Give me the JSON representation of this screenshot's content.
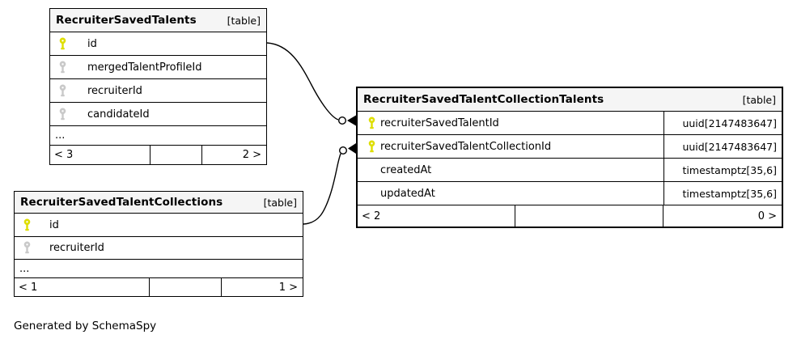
{
  "page": {
    "footer_note": "Generated by SchemaSpy"
  },
  "colors": {
    "primary_key_icon": "#dede00",
    "foreign_key_icon": "#c9c9c9",
    "header_bg": "#f5f5f5",
    "border": "#000000",
    "background": "#ffffff"
  },
  "icons": {
    "primary_key_icon": "yellow-key",
    "foreign_key_icon": "gray-key"
  },
  "tables": [
    {
      "name": "RecruiterSavedTalents",
      "badge": "[table]",
      "columns": [
        {
          "name": "id",
          "key": "primary"
        },
        {
          "name": "mergedTalentProfileId",
          "key": "foreign"
        },
        {
          "name": "recruiterId",
          "key": "foreign"
        },
        {
          "name": "candidateId",
          "key": "foreign"
        }
      ],
      "ellipsis": "...",
      "footer": {
        "left": "< 3",
        "right": "2 >"
      }
    },
    {
      "name": "RecruiterSavedTalentCollections",
      "badge": "[table]",
      "columns": [
        {
          "name": "id",
          "key": "primary"
        },
        {
          "name": "recruiterId",
          "key": "foreign"
        }
      ],
      "ellipsis": "...",
      "footer": {
        "left": "< 1",
        "right": "1 >"
      }
    },
    {
      "name": "RecruiterSavedTalentCollectionTalents",
      "badge": "[table]",
      "columns": [
        {
          "name": "recruiterSavedTalentId",
          "key": "primary",
          "type": "uuid[2147483647]"
        },
        {
          "name": "recruiterSavedTalentCollectionId",
          "key": "primary",
          "type": "uuid[2147483647]"
        },
        {
          "name": "createdAt",
          "key": "none",
          "type": "timestamptz[35,6]"
        },
        {
          "name": "updatedAt",
          "key": "none",
          "type": "timestamptz[35,6]"
        }
      ],
      "footer": {
        "left": "< 2",
        "right": "0 >"
      }
    }
  ],
  "relationships": [
    {
      "from_table": "RecruiterSavedTalents",
      "from_column": "id",
      "to_table": "RecruiterSavedTalentCollectionTalents",
      "to_column": "recruiterSavedTalentId"
    },
    {
      "from_table": "RecruiterSavedTalentCollections",
      "from_column": "id",
      "to_table": "RecruiterSavedTalentCollectionTalents",
      "to_column": "recruiterSavedTalentCollectionId"
    }
  ]
}
